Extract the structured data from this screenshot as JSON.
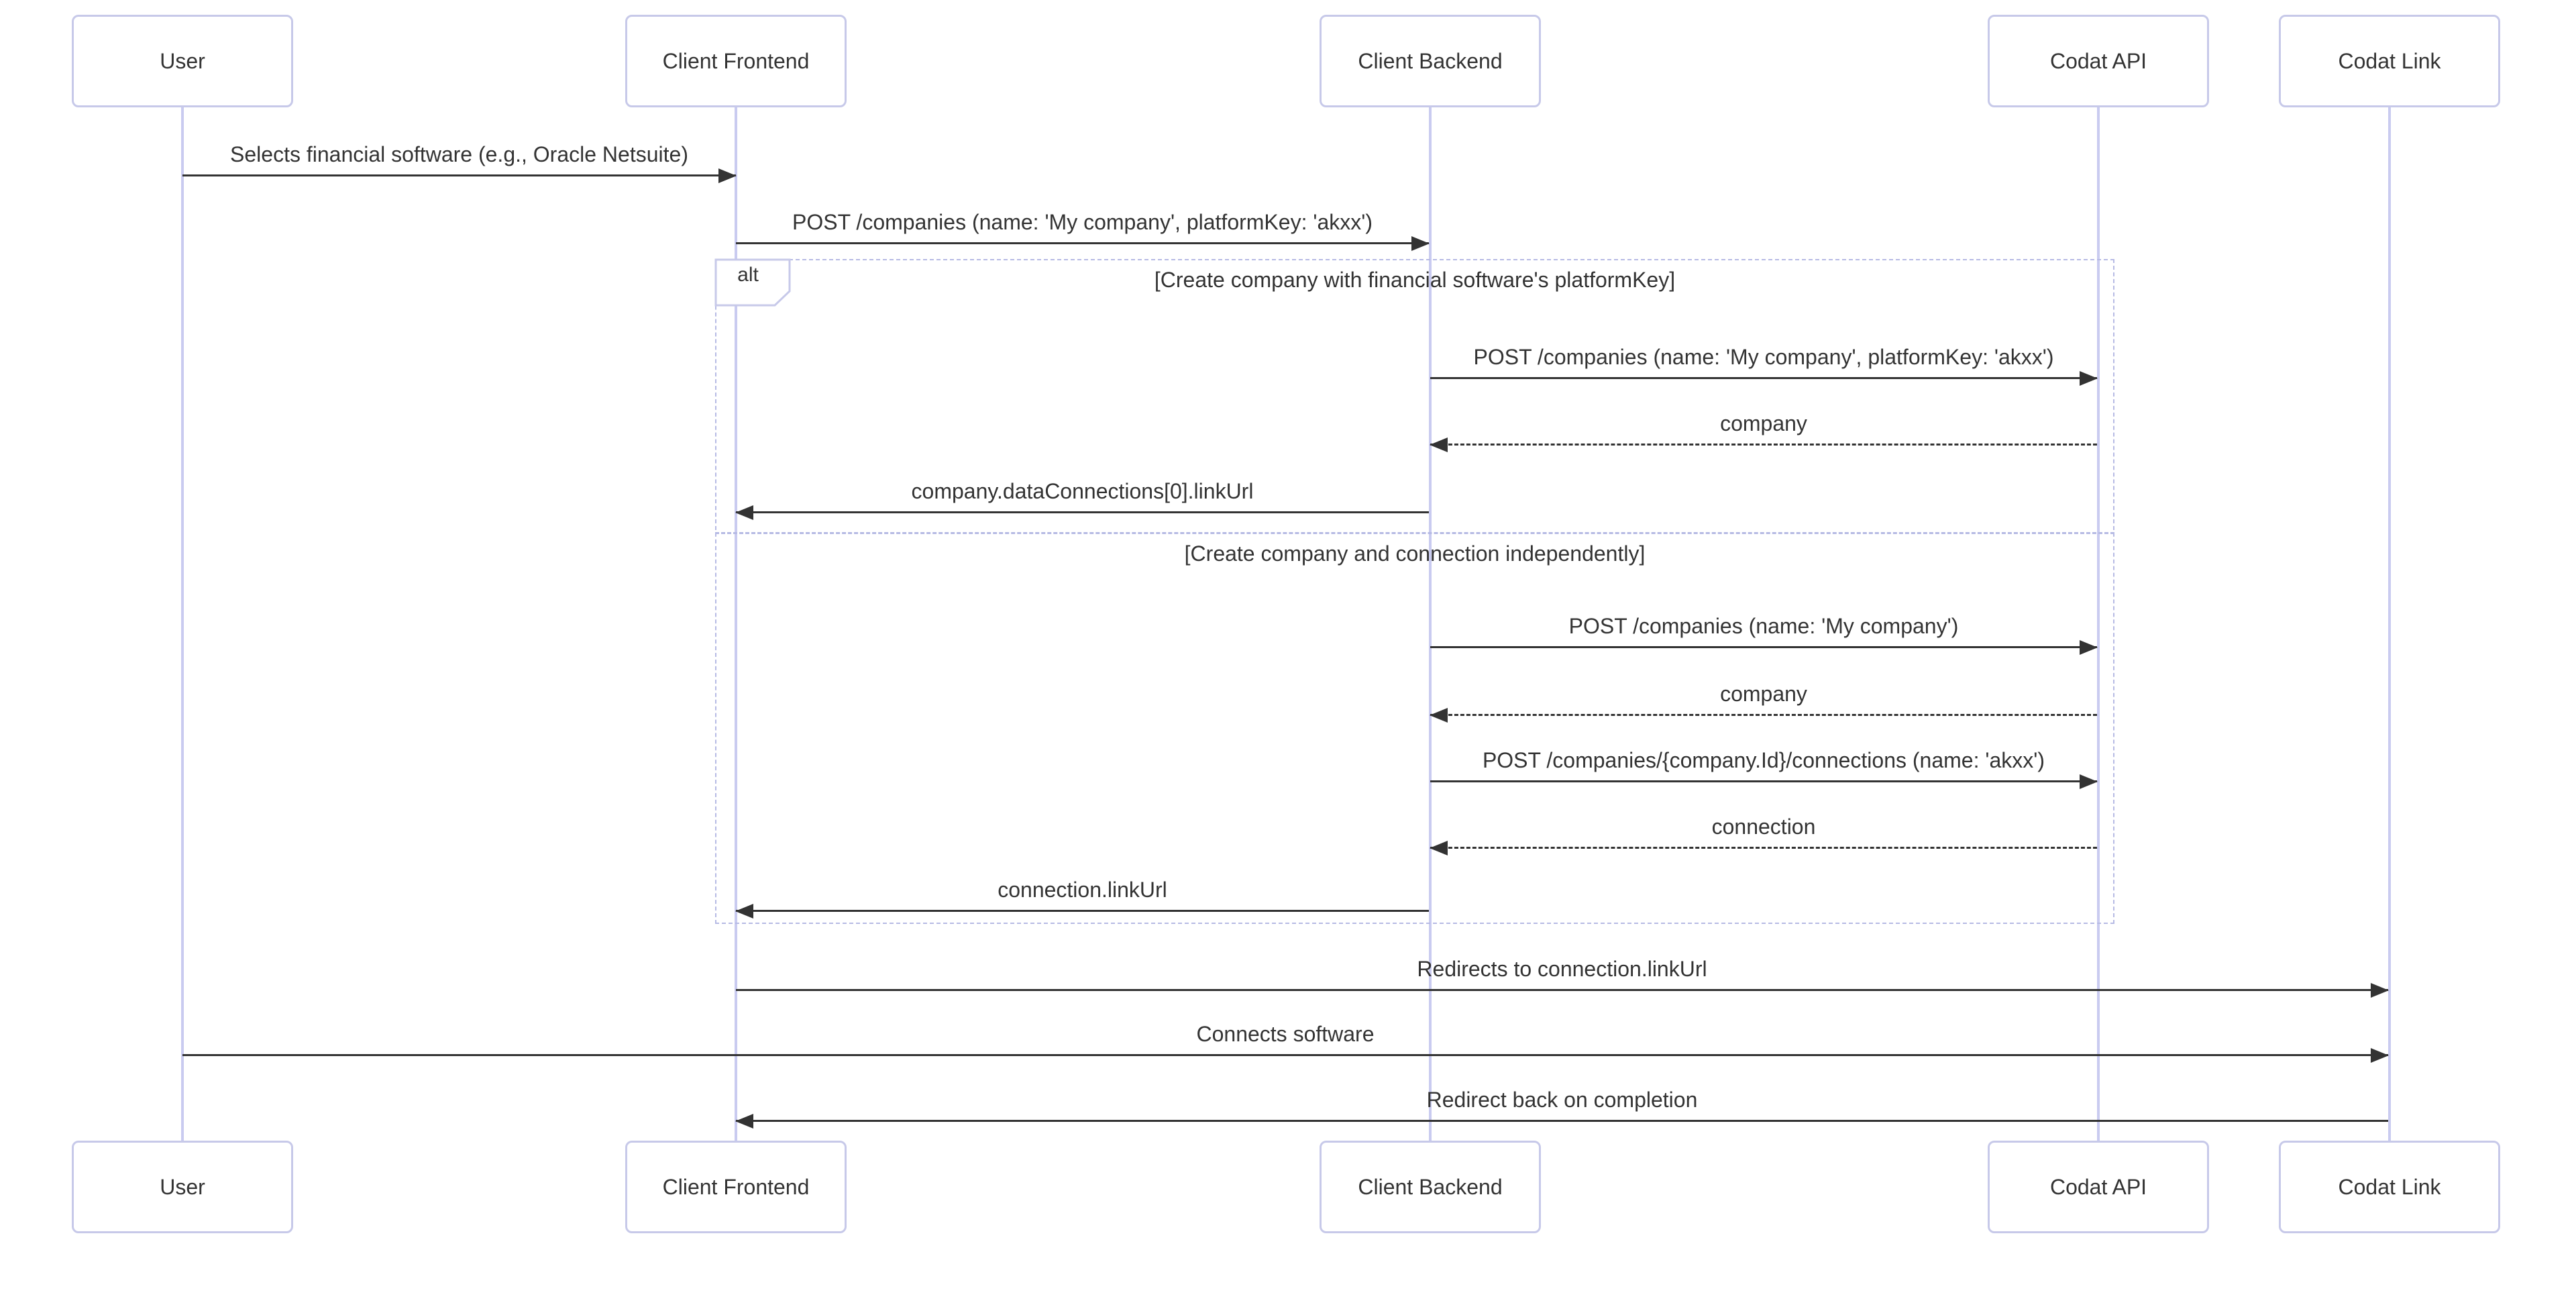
{
  "diagram": {
    "type": "sequence-diagram",
    "participants": [
      {
        "id": "user",
        "label": "User"
      },
      {
        "id": "client-frontend",
        "label": "Client Frontend"
      },
      {
        "id": "client-backend",
        "label": "Client Backend"
      },
      {
        "id": "codat-api",
        "label": "Codat API"
      },
      {
        "id": "codat-link",
        "label": "Codat Link"
      }
    ],
    "alt": {
      "label": "alt",
      "branches": [
        {
          "condition": "[Create company with financial software's platformKey]"
        },
        {
          "condition": "[Create company and connection independently]"
        }
      ]
    },
    "messages": [
      {
        "from": "User",
        "to": "Client Frontend",
        "line": "solid",
        "label": "Selects financial software (e.g., Oracle Netsuite)"
      },
      {
        "from": "Client Frontend",
        "to": "Client Backend",
        "line": "solid",
        "label": "POST /companies (name: 'My company', platformKey: 'akxx')"
      },
      {
        "from": "Client Backend",
        "to": "Codat API",
        "line": "solid",
        "label": "POST /companies (name: 'My company', platformKey: 'akxx')"
      },
      {
        "from": "Codat API",
        "to": "Client Backend",
        "line": "dashed",
        "label": "company"
      },
      {
        "from": "Client Backend",
        "to": "Client Frontend",
        "line": "solid",
        "label": "company.dataConnections[0].linkUrl"
      },
      {
        "from": "Client Backend",
        "to": "Codat API",
        "line": "solid",
        "label": "POST /companies (name: 'My company')"
      },
      {
        "from": "Codat API",
        "to": "Client Backend",
        "line": "dashed",
        "label": "company"
      },
      {
        "from": "Client Backend",
        "to": "Codat API",
        "line": "solid",
        "label": "POST /companies/{company.Id}/connections (name: 'akxx')"
      },
      {
        "from": "Codat API",
        "to": "Client Backend",
        "line": "dashed",
        "label": "connection"
      },
      {
        "from": "Client Backend",
        "to": "Client Frontend",
        "line": "solid",
        "label": "connection.linkUrl"
      },
      {
        "from": "Client Frontend",
        "to": "Codat Link",
        "line": "solid",
        "label": "Redirects to connection.linkUrl"
      },
      {
        "from": "User",
        "to": "Codat Link",
        "line": "solid",
        "label": "Connects software"
      },
      {
        "from": "Codat Link",
        "to": "Client Frontend",
        "line": "solid",
        "label": "Redirect back on completion"
      }
    ],
    "colors": {
      "background": "#ffffff",
      "actor_border": "#c7c9e9",
      "lifeline": "#c9cbf0",
      "frame_border": "#b6bae4",
      "arrow": "#333333",
      "text": "#333333"
    }
  }
}
